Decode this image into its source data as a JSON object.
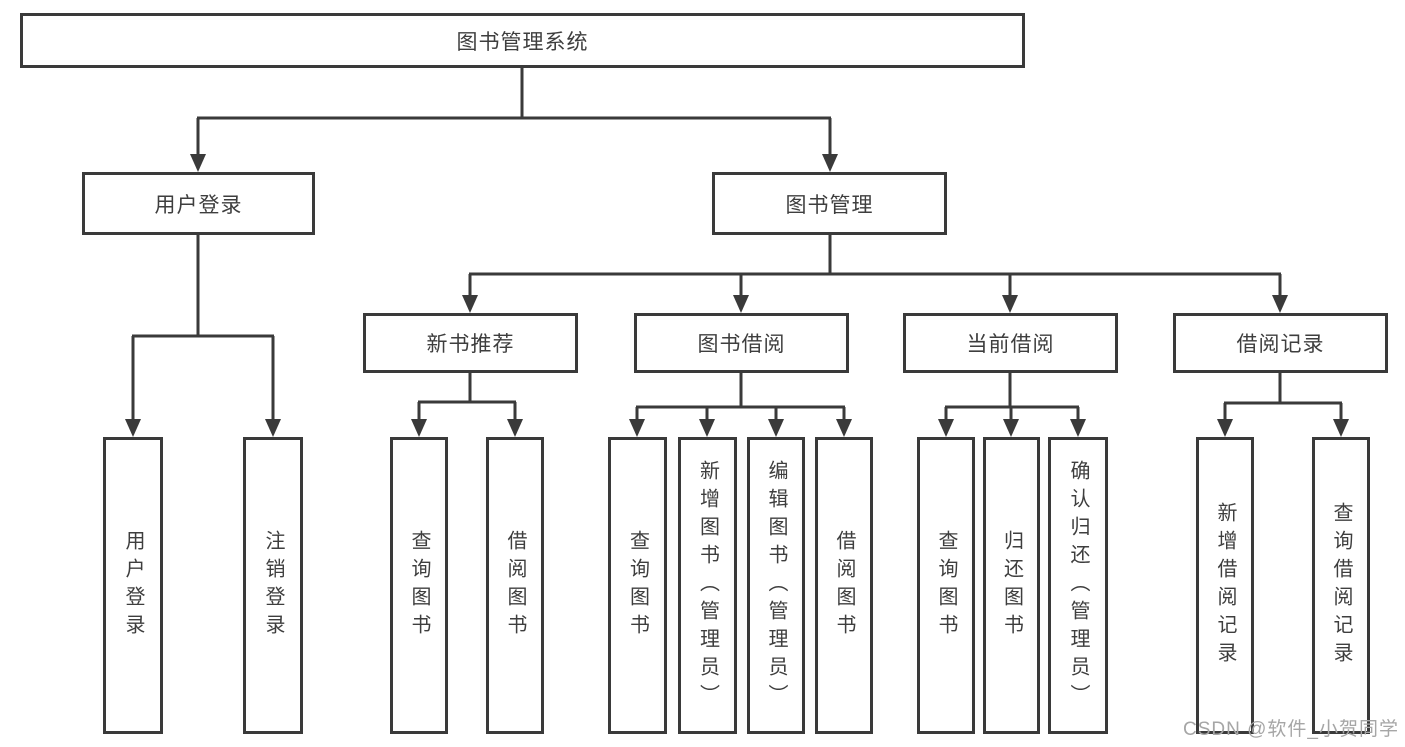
{
  "tree": {
    "root": "图书管理系统",
    "branches": [
      {
        "label": "用户登录",
        "children": [
          "用户登录",
          "注销登录"
        ]
      },
      {
        "label": "图书管理",
        "groups": [
          {
            "label": "新书推荐",
            "children": [
              "查询图书",
              "借阅图书"
            ]
          },
          {
            "label": "图书借阅",
            "children": [
              "查询图书",
              "新增图书（管理员）",
              "编辑图书（管理员）",
              "借阅图书"
            ]
          },
          {
            "label": "当前借阅",
            "children": [
              "查询图书",
              "归还图书",
              "确认归还（管理员）"
            ]
          },
          {
            "label": "借阅记录",
            "children": [
              "新增借阅记录",
              "查询借阅记录"
            ]
          }
        ]
      }
    ]
  },
  "watermark": "CSDN @软件_小贺同学",
  "colors": {
    "line": "#3a3a3a",
    "text": "#3e3e3e",
    "background": "#ffffff",
    "watermark": "#a6a6a6"
  }
}
